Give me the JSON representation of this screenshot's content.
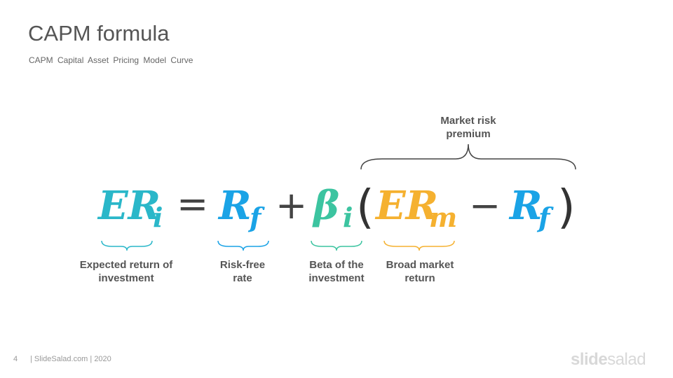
{
  "slide": {
    "title": "CAPM formula",
    "subtitle": "CAPM Capital Asset Pricing Model Curve"
  },
  "formula": {
    "er": "ER",
    "i": "i",
    "equals": "=",
    "r": "R",
    "f": "f",
    "plus": "+",
    "beta": "β",
    "open_paren": "(",
    "m": "m",
    "minus": "−",
    "close_paren": ")"
  },
  "labels": {
    "expected_line1": "Expected return of",
    "expected_line2": "investment",
    "riskfree_line1": "Risk-free",
    "riskfree_line2": "rate",
    "beta_line1": "Beta of the",
    "beta_line2": "investment",
    "market_line1": "Broad market",
    "market_line2": "return",
    "premium_line1": "Market risk",
    "premium_line2": "premium"
  },
  "colors": {
    "teal": "#2ab7c9",
    "blue": "#1aa3e6",
    "green": "#3cc4a0",
    "orange": "#f5b130",
    "dark": "#444444"
  },
  "footer": {
    "page_number": "4",
    "text": "| SlideSalad.com | 2020",
    "logo_bold": "slide",
    "logo_light": "salad"
  }
}
